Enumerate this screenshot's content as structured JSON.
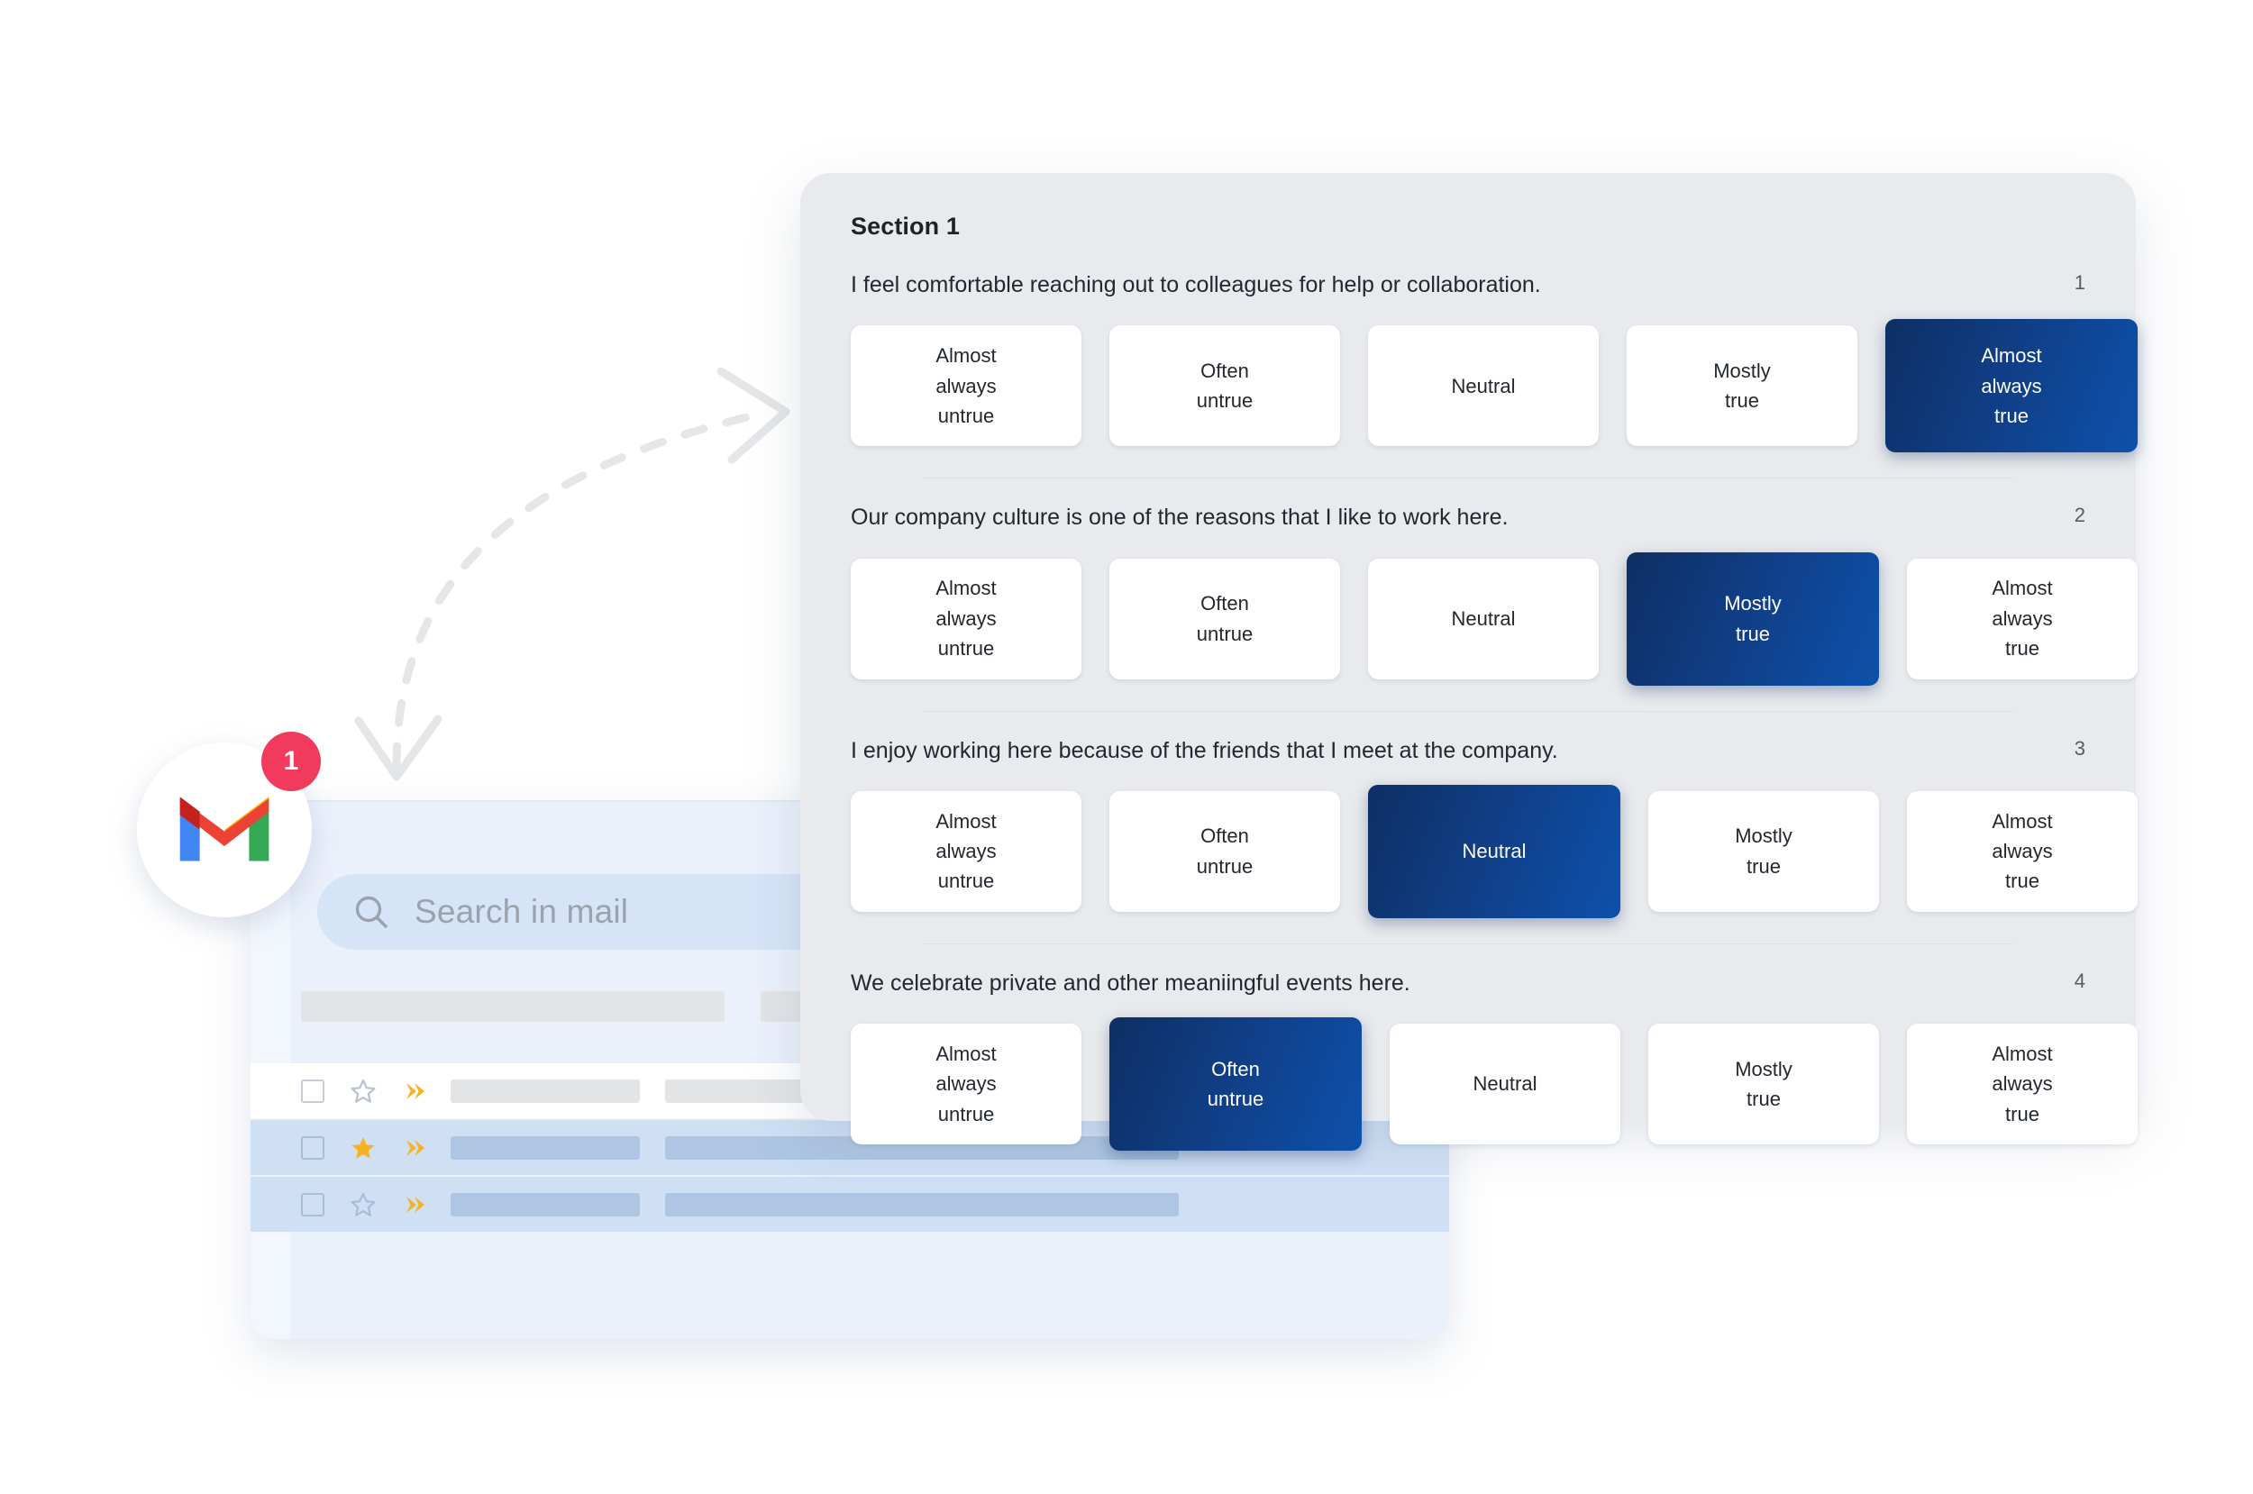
{
  "survey": {
    "section_title": "Section 1",
    "scale_labels": [
      "Almost\nalways\nuntrue",
      "Often\nuntrue",
      "Neutral",
      "Mostly\ntrue",
      "Almost\nalways\ntrue"
    ],
    "questions": [
      {
        "number": "1",
        "text": "I feel comfortable reaching out to colleagues for help or collaboration.",
        "selected_index": 4,
        "options": [
          "Almost always untrue",
          "Often untrue",
          "Neutral",
          "Mostly true",
          "Almost always true"
        ]
      },
      {
        "number": "2",
        "text": "Our company culture is one of the reasons that I like to work here.",
        "selected_index": 3,
        "options": [
          "Almost always untrue",
          "Often untrue",
          "Neutral",
          "Mostly true",
          "Almost always true"
        ]
      },
      {
        "number": "3",
        "text": "I enjoy working here because of the friends that I meet at the company.",
        "selected_index": 2,
        "options": [
          "Almost always untrue",
          "Often untrue",
          "Neutral",
          "Mostly true",
          "Almost always true"
        ]
      },
      {
        "number": "4",
        "text": "We celebrate private and other meaniingful events here.",
        "selected_index": 1,
        "options": [
          "Almost always untrue",
          "Often untrue",
          "Neutral",
          "Mostly true",
          "Almost always true"
        ]
      }
    ],
    "option_lines": {
      "almost_always_untrue": [
        "Almost",
        "always",
        "untrue"
      ],
      "often_untrue": [
        "Often",
        "untrue"
      ],
      "neutral": [
        "Neutral"
      ],
      "mostly_true": [
        "Mostly",
        "true"
      ],
      "almost_always_true": [
        "Almost",
        "always",
        "true"
      ]
    }
  },
  "gmail": {
    "search_placeholder": "Search in mail",
    "unread_count": "1",
    "logo_name": "gmail-logo",
    "rows": [
      {
        "starred": false,
        "unread": true
      },
      {
        "starred": true,
        "unread": false
      },
      {
        "starred": false,
        "unread": false
      }
    ]
  },
  "colors": {
    "accent_dark": "#0d2f63",
    "accent_mid": "#103e86",
    "accent_bright": "#0d51ab",
    "panel_bg": "#e8eaed",
    "gmail_panel_bg": "#eaf1fb",
    "badge_red": "#f23a5c",
    "star_gold": "#f5b324"
  }
}
